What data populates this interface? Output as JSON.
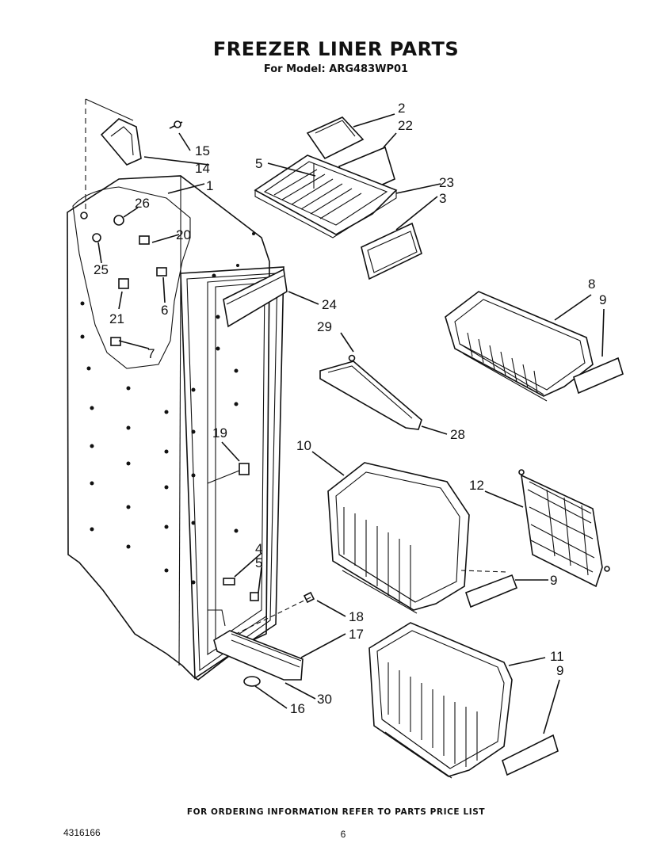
{
  "header": {
    "title": "FREEZER LINER PARTS",
    "subtitle": "For Model: ARG483WP01"
  },
  "callouts": [
    "1",
    "2",
    "3",
    "4",
    "5",
    "5",
    "6",
    "7",
    "8",
    "9",
    "9",
    "9",
    "10",
    "11",
    "12",
    "14",
    "15",
    "16",
    "17",
    "18",
    "19",
    "20",
    "21",
    "22",
    "23",
    "24",
    "25",
    "26",
    "28",
    "29",
    "30"
  ],
  "footer": {
    "note": "FOR ORDERING INFORMATION REFER TO PARTS PRICE LIST",
    "document_number": "4316166",
    "page_number": "6"
  }
}
